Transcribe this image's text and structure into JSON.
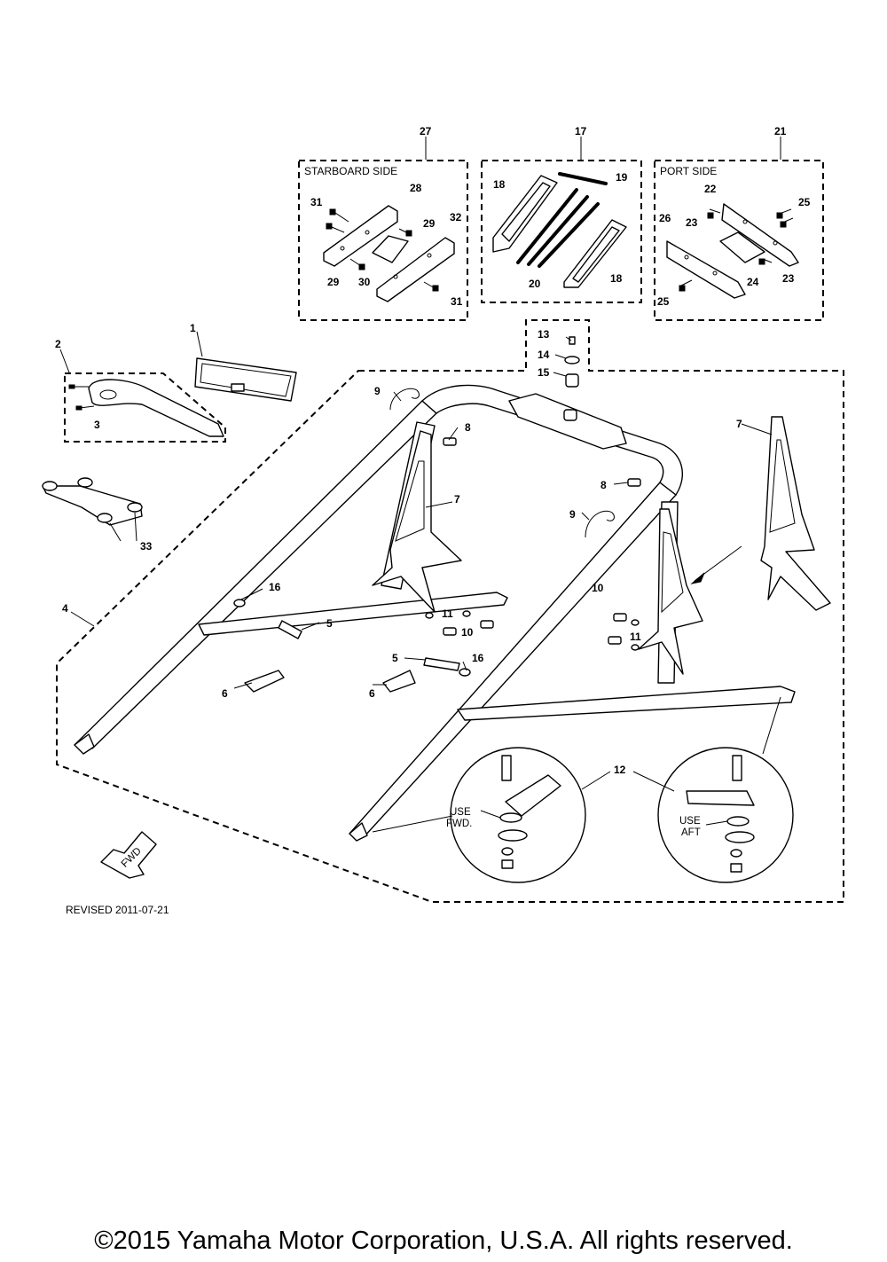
{
  "callouts": {
    "c1": "1",
    "c2": "2",
    "c3": "3",
    "c4": "4",
    "c5a": "5",
    "c5b": "5",
    "c6a": "6",
    "c6b": "6",
    "c7a": "7",
    "c7b": "7",
    "c8a": "8",
    "c8b": "8",
    "c9a": "9",
    "c9b": "9",
    "c10a": "10",
    "c10b": "10",
    "c11a": "11",
    "c11b": "11",
    "c12": "12",
    "c13": "13",
    "c14": "14",
    "c15": "15",
    "c16a": "16",
    "c16b": "16",
    "c17": "17",
    "c18a": "18",
    "c18b": "18",
    "c19": "19",
    "c20": "20",
    "c21": "21",
    "c22": "22",
    "c23a": "23",
    "c23b": "23",
    "c24": "24",
    "c25a": "25",
    "c25b": "25",
    "c26": "26",
    "c27": "27",
    "c28": "28",
    "c29a": "29",
    "c29b": "29",
    "c30": "30",
    "c31a": "31",
    "c31b": "31",
    "c32": "32",
    "c33": "33"
  },
  "box_labels": {
    "starboard": "STARBOARD SIDE",
    "port": "PORT SIDE"
  },
  "notes": {
    "use_fwd_line1": "USE",
    "use_fwd_line2": "FWD.",
    "use_aft_line1": "USE",
    "use_aft_line2": "AFT",
    "fwd_arrow": "FWD"
  },
  "revised": "REVISED 2011-07-21",
  "copyright": "©2015 Yamaha Motor Corporation, U.S.A. All rights reserved."
}
